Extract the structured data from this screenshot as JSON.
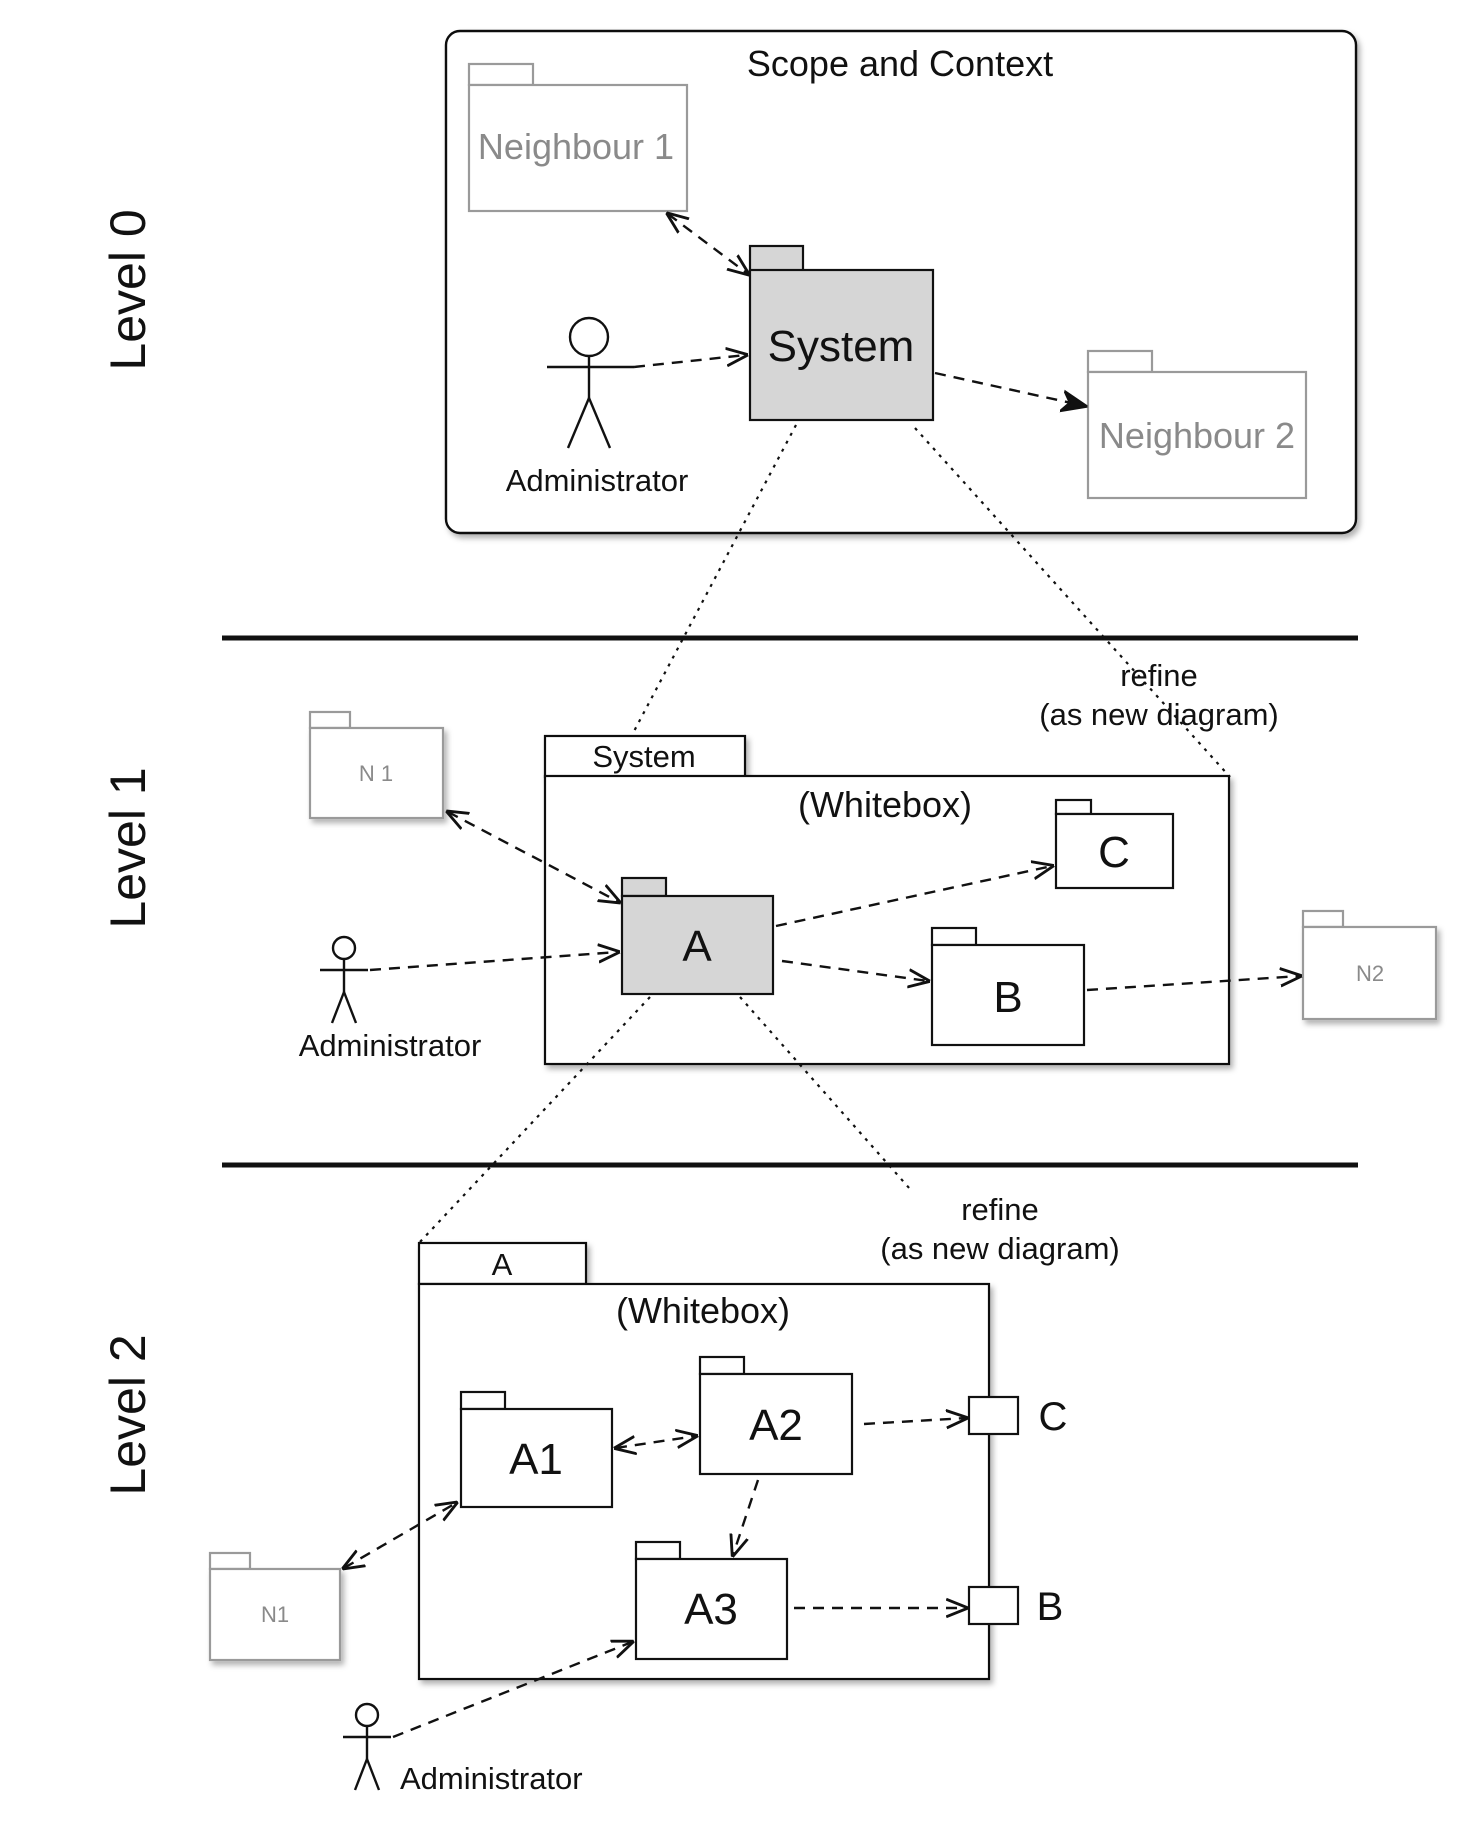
{
  "levels": {
    "level0": "Level 0",
    "level1": "Level 1",
    "level2": "Level 2"
  },
  "level0": {
    "frame_title": "Scope and Context",
    "system": "System",
    "neighbour1": "Neighbour 1",
    "neighbour2": "Neighbour 2",
    "actor": "Administrator"
  },
  "level1": {
    "frame_tab": "System",
    "frame_subtitle": "(Whitebox)",
    "a": "A",
    "b": "B",
    "c": "C",
    "n1": "N 1",
    "n2": "N2",
    "actor": "Administrator",
    "refine_line1": "refine",
    "refine_line2": "(as new diagram)"
  },
  "level2": {
    "frame_tab": "A",
    "frame_subtitle": "(Whitebox)",
    "a1": "A1",
    "a2": "A2",
    "a3": "A3",
    "port_c": "C",
    "port_b": "B",
    "n1": "N1",
    "actor": "Administrator",
    "refine_line1": "refine",
    "refine_line2": "(as new diagram)"
  },
  "colors": {
    "line": "#111111",
    "highlight_fill": "#d6d6d6",
    "neighbour_gray": "#8a8a8a"
  }
}
